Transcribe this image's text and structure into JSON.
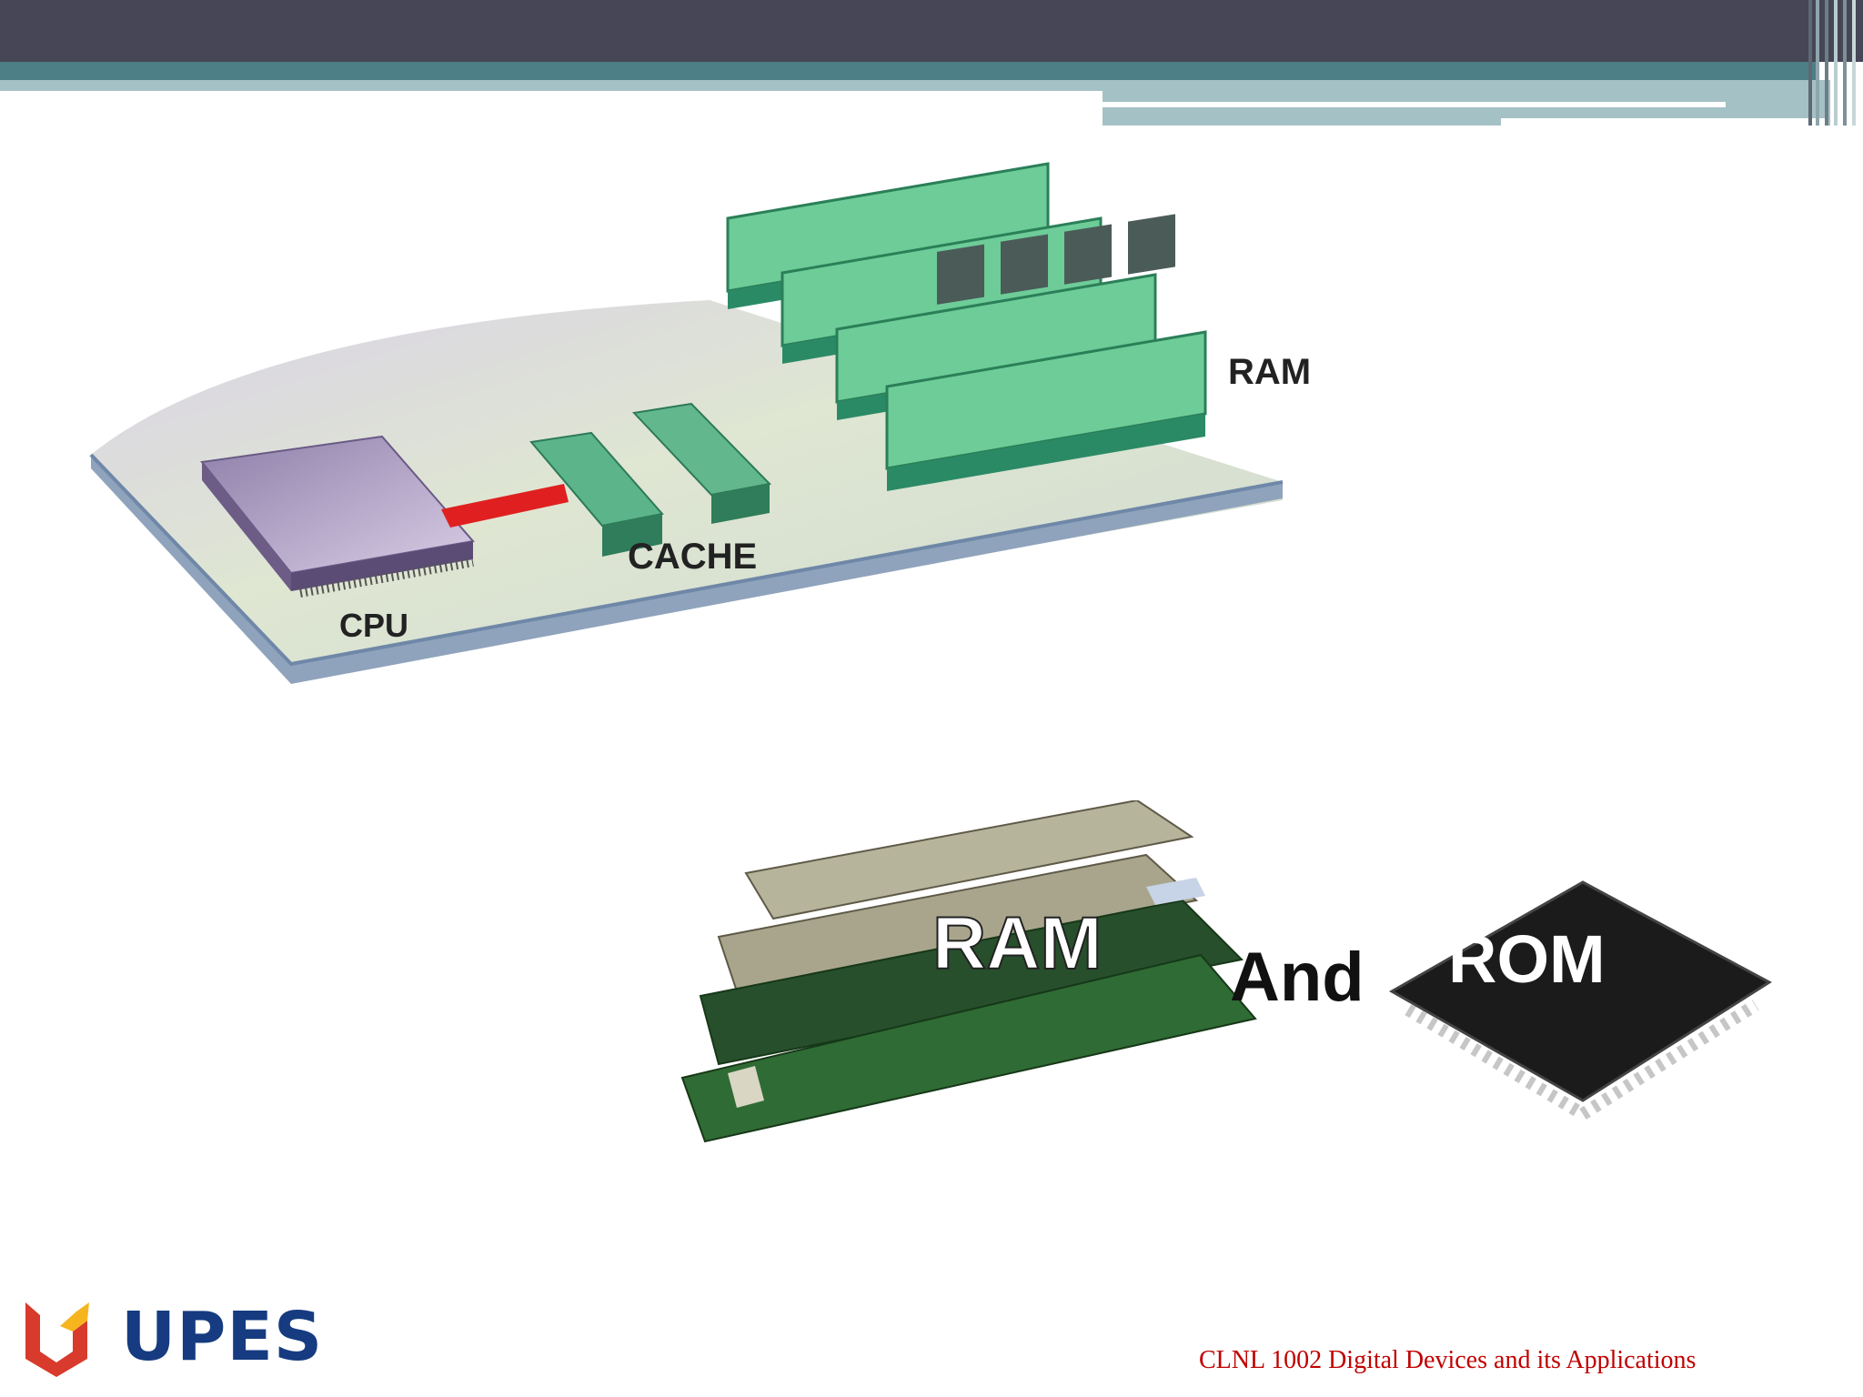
{
  "figure1": {
    "labels": {
      "cpu": "CPU",
      "cache": "CACHE",
      "ram": "RAM"
    }
  },
  "figure2": {
    "labels": {
      "ram": "RAM",
      "and": "And",
      "rom": "ROM"
    }
  },
  "footer": {
    "logo_text": "UPES",
    "course": "CLNL 1002 Digital Devices and its Applications"
  },
  "colors": {
    "header_dark": "#464656",
    "header_teal": "#4c7f86",
    "header_light": "#a4c1c5",
    "footer_text": "#c00000",
    "logo_blue": "#163b80",
    "logo_red": "#d83a2c",
    "logo_yellow": "#f6b51e"
  }
}
